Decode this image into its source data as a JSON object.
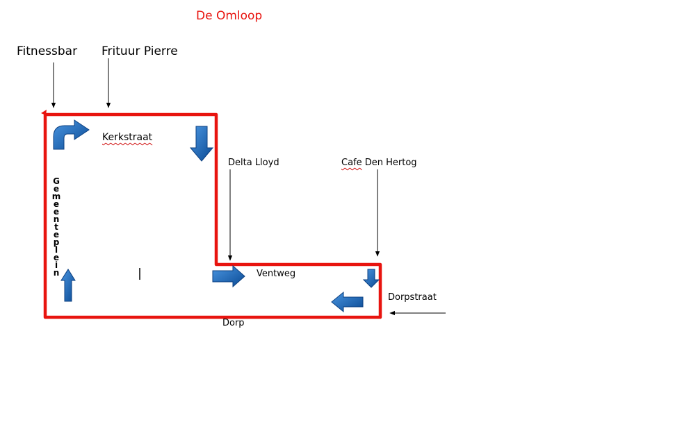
{
  "title": "De Omloop",
  "labels": {
    "fitnessbar": "Fitnessbar",
    "frituur": "Frituur Pierre",
    "kerkstraat": "Kerkstraat",
    "delta_lloyd": "Delta Lloyd",
    "cafe_prefix": "Cafe",
    "cafe_rest": " Den Hertog",
    "ventweg": "Ventweg",
    "dorpstraat": "Dorpstraat",
    "dorp": "Dorp",
    "gemeenteplein": "Gemeenteplein"
  },
  "colors": {
    "route": "#e8140f",
    "arrow_fill": "#1f6fc8",
    "arrow_dark": "#0b3f80",
    "pointer": "#000000"
  }
}
